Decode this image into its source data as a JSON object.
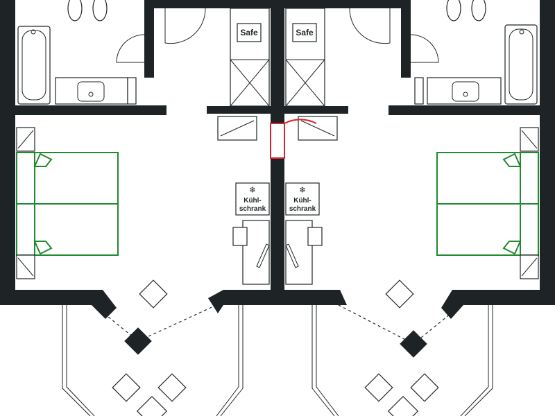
{
  "labels": {
    "safe": "Safe",
    "fridge_line1": "Kühl-",
    "fridge_line2": "schrank"
  },
  "icons": {
    "fridge": "snowflake-icon"
  },
  "colors": {
    "wall": "#1e2426",
    "bed": "#1f8a2e",
    "door_highlight": "#e0202a"
  }
}
